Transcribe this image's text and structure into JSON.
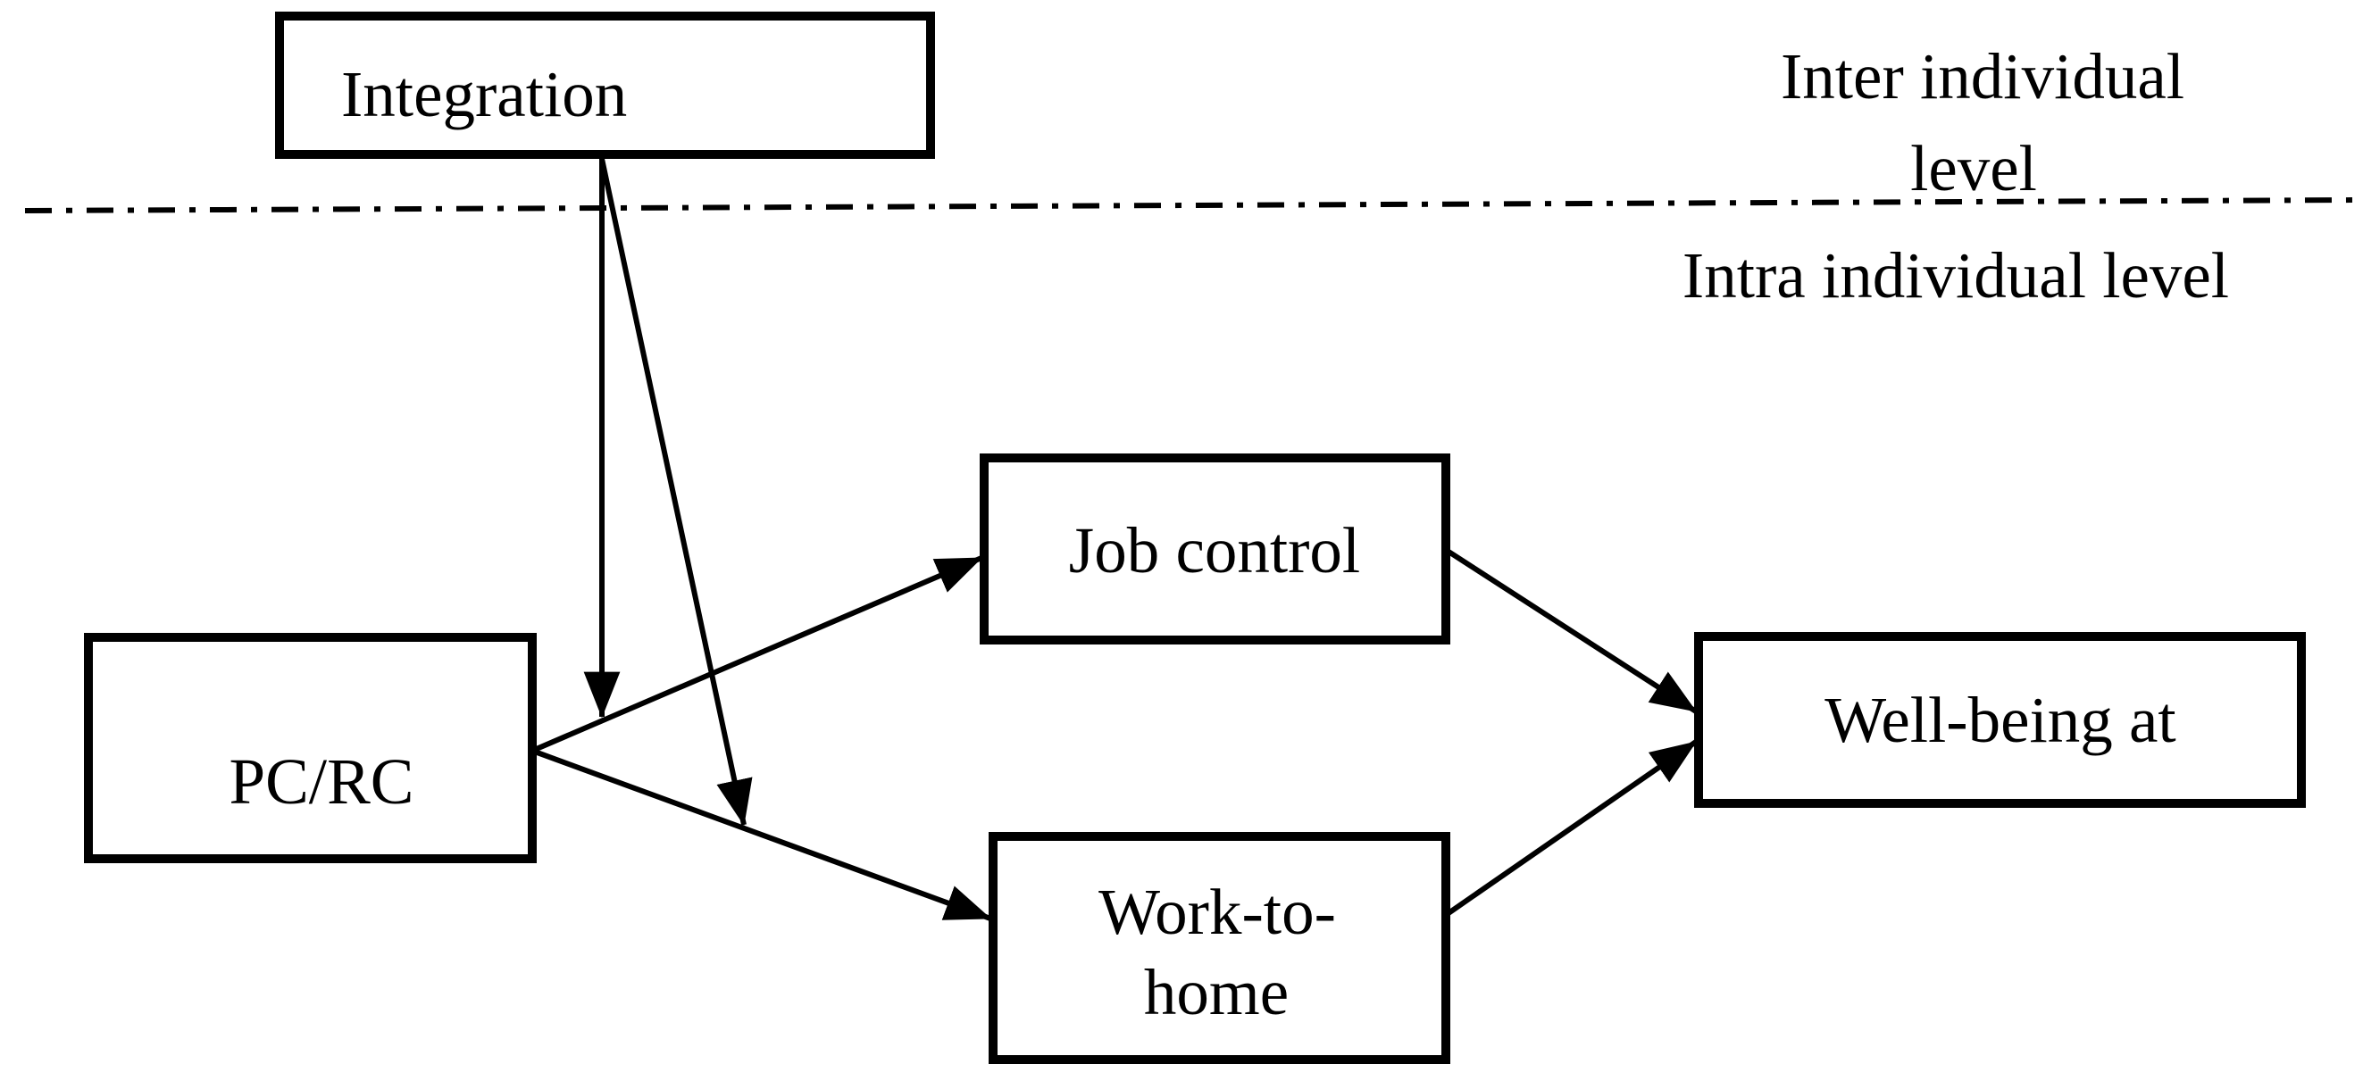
{
  "figure": {
    "background_color": "#ffffff",
    "stroke_color": "#000000",
    "kind": "moderated-mediation path diagram"
  },
  "region_labels": {
    "inter_level_line1": "Inter individual",
    "inter_level_line2": "level",
    "intra_level": "Intra individual level"
  },
  "separator": {
    "style": "dash-dot"
  },
  "boxes": {
    "integration": {
      "label": "Integration"
    },
    "pc_rc": {
      "label": "PC/RC"
    },
    "job_control": {
      "label": "Job control"
    },
    "work_to_home": {
      "label_line1": "Work-to-",
      "label_line2": "home"
    },
    "well_being": {
      "label": "Well-being at"
    }
  },
  "edges": [
    {
      "from": "pc_rc",
      "to": "job_control"
    },
    {
      "from": "pc_rc",
      "to": "work_to_home"
    },
    {
      "from": "job_control",
      "to": "well_being"
    },
    {
      "from": "work_to_home",
      "to": "well_being"
    },
    {
      "from": "integration",
      "to": "path_pc_rc_to_job_control"
    },
    {
      "from": "integration",
      "to": "path_pc_rc_to_work_to_home"
    }
  ]
}
